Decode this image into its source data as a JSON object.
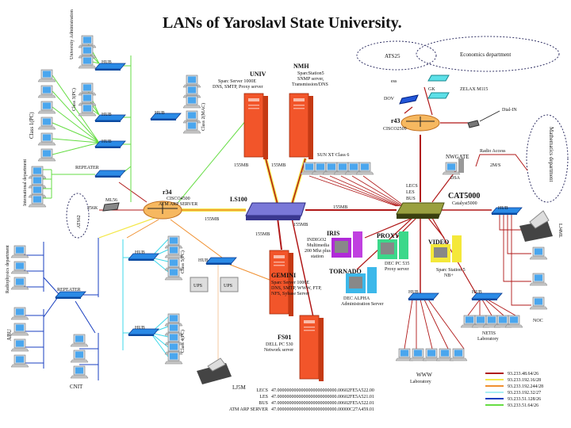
{
  "title": "LANs of Yaroslavl State University.",
  "colors": {
    "net_48_64": "#b01818",
    "net_192_16": "#f4e84a",
    "net_192_244": "#f09030",
    "net_192_32": "#a8eef4",
    "net_51_128": "#1a3fc0",
    "net_51_64": "#66dd44"
  },
  "servers": {
    "univ": {
      "name": "UNIV",
      "l1": "Sparc Server 1000E",
      "l2": "DNS, SMTP, Proxy server"
    },
    "nmh": {
      "name": "NMH",
      "l1": "SparcStation5",
      "l2": "SNMP server,",
      "l3": "Transmission/DNS"
    },
    "gemini": {
      "name": "GEMINI",
      "l1": "Sparc Server 1000E",
      "l2": "DNS, SMTP, WWW, FTP,",
      "l3": "NFS, Sybase Server"
    },
    "fs01": {
      "name": "FS01",
      "l1": "DELL PC 530",
      "l2": "Network server"
    }
  },
  "workstations": {
    "iris": {
      "name": "IRIS",
      "l1": "INDIGO2",
      "l2": "Multimedia",
      "l3": "200 Mhz plus",
      "l4": "station"
    },
    "proxy": {
      "name": "PROXY",
      "l1": "DEC PC 535",
      "l2": "Proxy server"
    },
    "tornado": {
      "name": "TORNADO",
      "l1": "DEC ALPHA",
      "l2": "Administration Server"
    },
    "video": {
      "name": "VIDEO",
      "l1": "Sparc Station 5",
      "l2": "NB+"
    }
  },
  "network": {
    "r43": {
      "name": "r43",
      "model": "CISCO2509"
    },
    "r34": {
      "name": "r34",
      "model": "CISCO4500",
      "role": "ATM ARP SERVER"
    },
    "ls100": "LS100",
    "cat5000": {
      "name": "CAT5000",
      "model": "Catalyst5000",
      "lecs": "LECS",
      "les": "LES",
      "bus": "BUS"
    },
    "ats25": "ATS25",
    "economics": "Economics department",
    "ess": "ess",
    "dov": "DOV",
    "gk": "GK",
    "zelax": "ZELAX M115",
    "dialin": "Dial-IN",
    "nwgate": "NWGATE",
    "nwgate_sub": "DSA",
    "radio": "Radio Access",
    "radio_speed": "2M/S",
    "math": "Mathematics department",
    "sunxt": "SUN XT Class 6",
    "l155a": "155MB",
    "l155b": "155MB",
    "l155c": "155MB",
    "l155d": "155MB",
    "l155e": "155MB",
    "l155f": "155MB",
    "hub": "HUB",
    "repeater": "REPEATER",
    "ml56": "ML56",
    "k256": "256K",
    "ats62": "ATS62",
    "ups": "UPS"
  },
  "groups": {
    "univ_admin": "University Administration",
    "class3": "Class 3(PC)",
    "class1": "Class 1(PC)",
    "class2": "Class 2(MAC)",
    "intl": "International department",
    "radiophys": "Radiophysics department",
    "abu": "ABU",
    "cnit": "CNIT",
    "class5": "Class 5(PC)",
    "class4": "Class 4(PC)",
    "noc": "NOC",
    "lj4ml": "LJ4ML",
    "lj5m": "LJ5M",
    "netis": "NETIS",
    "netis2": "Laboratory",
    "www": "WWW",
    "www2": "Laboratory"
  },
  "atm_addresses": [
    {
      "name": "LECS",
      "addr": "47.0000000000000000000000000.00602FE5A522.00"
    },
    {
      "name": "LES",
      "addr": "47.0000000000000000000000000.00602FE5A521.01"
    },
    {
      "name": "BUS",
      "addr": "47.0000000000000000000000000.00602FE5A522.01"
    },
    {
      "name": "ATM ARP SERVER",
      "addr": "47.0000000000000000000000000.00000C27A459.01"
    }
  ],
  "legend": [
    {
      "label": "93.233.48.64/26",
      "color": "#b01818"
    },
    {
      "label": "93.233.192.16/28",
      "color": "#f4e84a"
    },
    {
      "label": "93.233.192.244/28",
      "color": "#f09030"
    },
    {
      "label": "93.233.192.32/27",
      "color": "#a8eef4"
    },
    {
      "label": "93.233.51.128/26",
      "color": "#1a3fc0"
    },
    {
      "label": "93.233.51.64/26",
      "color": "#66dd44"
    }
  ]
}
